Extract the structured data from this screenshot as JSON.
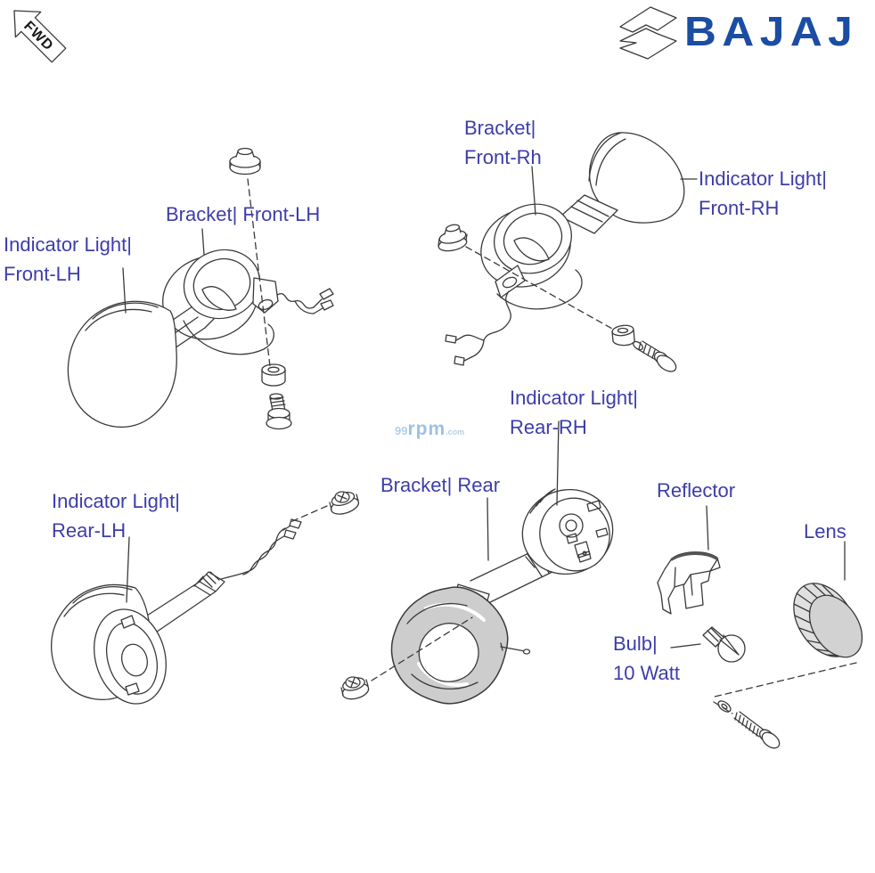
{
  "header": {
    "fwd_label": "FWD",
    "brand": "BAJAJ"
  },
  "watermark": {
    "part1": "99",
    "part2": "rpm",
    "part3": ".com"
  },
  "labels": {
    "indicator_front_lh": {
      "line1": "Indicator Light|",
      "line2": "Front-LH"
    },
    "bracket_front_lh": {
      "line1": "Bracket| Front-LH"
    },
    "bracket_front_rh": {
      "line1": "Bracket|",
      "line2": "Front-Rh"
    },
    "indicator_front_rh": {
      "line1": "Indicator Light|",
      "line2": "Front-RH"
    },
    "indicator_rear_rh": {
      "line1": "Indicator Light|",
      "line2": "Rear-RH"
    },
    "bracket_rear": {
      "line1": "Bracket| Rear"
    },
    "indicator_rear_lh": {
      "line1": "Indicator Light|",
      "line2": "Rear-LH"
    },
    "reflector": {
      "line1": "Reflector"
    },
    "lens": {
      "line1": "Lens"
    },
    "bulb": {
      "line1": "Bulb|",
      "line2": "10 Watt"
    }
  },
  "colors": {
    "label_text": "#3d3dab",
    "brand_blue": "#1b4da3",
    "watermark_blue": "#9dc2e3",
    "line_art": "#3a3a3a",
    "rubber_gray": "#cdcdcd",
    "lens_gray": "#d2d2d2"
  }
}
